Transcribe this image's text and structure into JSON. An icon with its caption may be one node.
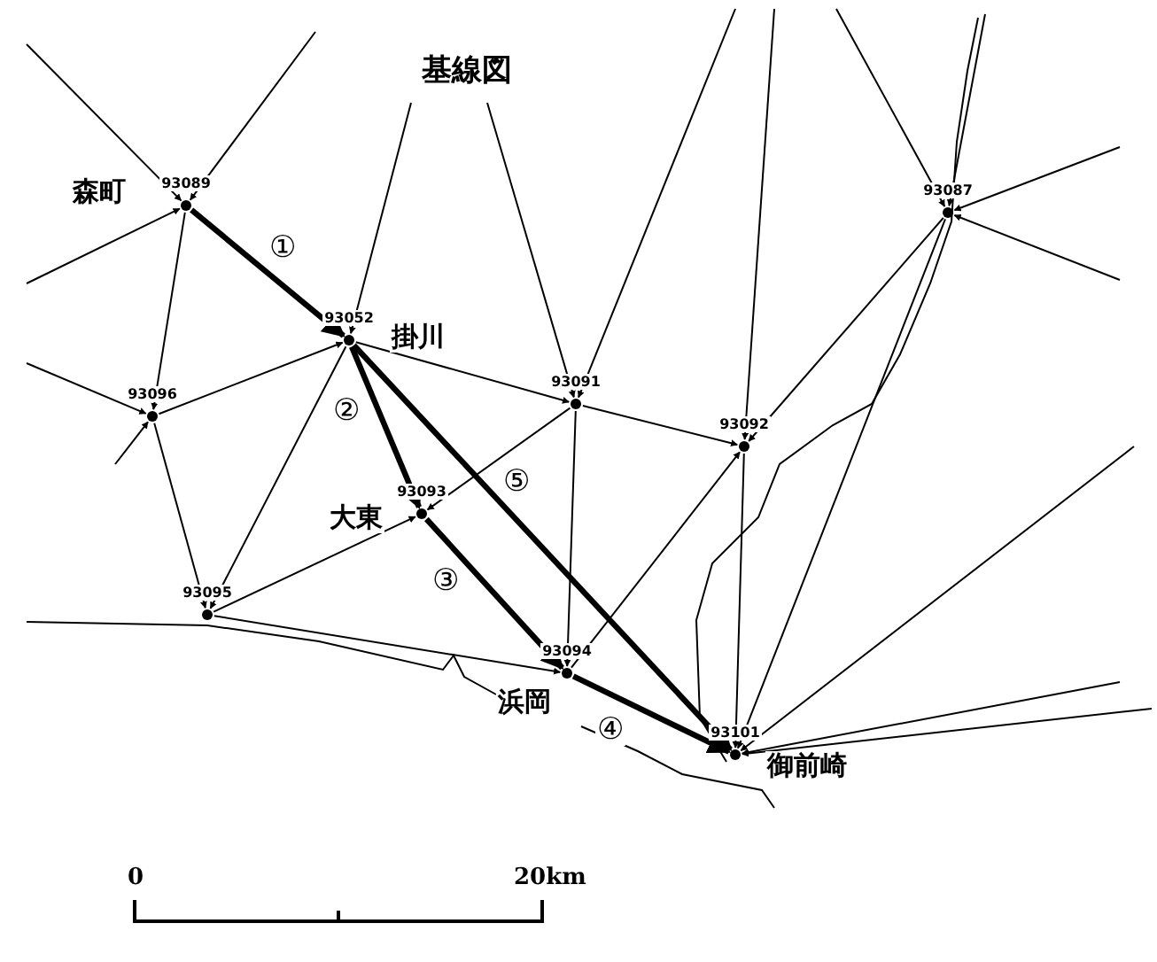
{
  "diagram": {
    "title": "基線図",
    "nodes": [
      {
        "text": [
          "93089"
        ],
        "beside": [
          "森町"
        ]
      },
      {
        "text": [
          "93052"
        ],
        "beside": [
          "掛川"
        ]
      },
      {
        "text": [
          "93096"
        ]
      },
      {
        "text": [
          "93091"
        ]
      },
      {
        "text": [
          "93092"
        ]
      },
      {
        "text": [
          "93093"
        ],
        "beside": [
          "大東"
        ]
      },
      {
        "text": [
          "93095"
        ]
      },
      {
        "text": [
          "93094"
        ],
        "beside": [
          "浜岡"
        ]
      },
      {
        "text": [
          "93101"
        ],
        "beside": [
          "御前崎"
        ]
      },
      {
        "text": [
          "93087"
        ]
      }
    ],
    "edges": [
      {
        "from": 0,
        "to": 1,
        "arrow": "to",
        "label": "①",
        "style": "thick"
      },
      {
        "from": 1,
        "to": 5,
        "arrow": "to",
        "label": "②",
        "style": "thick"
      },
      {
        "from": 5,
        "to": 7,
        "arrow": "to",
        "label": "③",
        "style": "thick"
      },
      {
        "from": 7,
        "to": 8,
        "arrow": "to",
        "label": "④",
        "style": "thick"
      },
      {
        "from": 1,
        "to": 8,
        "arrow": "to",
        "label": "⑤",
        "style": "thick"
      },
      {
        "from": 0,
        "to": 2,
        "arrow": "to"
      },
      {
        "from": 2,
        "to": 1,
        "arrow": "to"
      },
      {
        "from": 2,
        "to": 6,
        "arrow": "to"
      },
      {
        "from": 1,
        "to": 6,
        "arrow": "to"
      },
      {
        "from": 1,
        "to": 3,
        "arrow": "to"
      },
      {
        "from": 3,
        "to": 4,
        "arrow": "to"
      },
      {
        "from": 3,
        "to": 5,
        "arrow": "to"
      },
      {
        "from": 6,
        "to": 5,
        "arrow": "to"
      },
      {
        "from": 6,
        "to": 7,
        "arrow": "to"
      },
      {
        "from": 3,
        "to": 7,
        "arrow": "to"
      },
      {
        "from": 7,
        "to": 4,
        "arrow": "to"
      },
      {
        "from": 4,
        "to": 8,
        "arrow": "to"
      },
      {
        "from": 9,
        "to": 8,
        "arrow": "to"
      },
      {
        "from": 9,
        "to": 4,
        "arrow": "to"
      },
      {
        "from": null,
        "to": 0,
        "arrow": "to"
      },
      {
        "from": null,
        "to": 0,
        "arrow": "to"
      },
      {
        "from": null,
        "to": 0,
        "arrow": "to"
      },
      {
        "from": null,
        "to": 2,
        "arrow": "to"
      },
      {
        "from": null,
        "to": 2,
        "arrow": "to"
      },
      {
        "from": null,
        "to": 1,
        "arrow": "to"
      },
      {
        "from": null,
        "to": 3,
        "arrow": "to"
      },
      {
        "from": null,
        "to": 3,
        "arrow": "to"
      },
      {
        "from": null,
        "to": 4,
        "arrow": "to"
      },
      {
        "from": null,
        "to": 9,
        "arrow": "to"
      },
      {
        "from": null,
        "to": 9,
        "arrow": "to"
      },
      {
        "from": null,
        "to": 9,
        "arrow": "to"
      },
      {
        "from": null,
        "to": 9,
        "arrow": "to"
      },
      {
        "from": null,
        "to": 8,
        "arrow": "to"
      },
      {
        "from": null,
        "to": 8,
        "arrow": "to"
      },
      {
        "from": null,
        "to": 8,
        "arrow": "to"
      }
    ],
    "labels": [
      "0",
      "20km"
    ]
  }
}
